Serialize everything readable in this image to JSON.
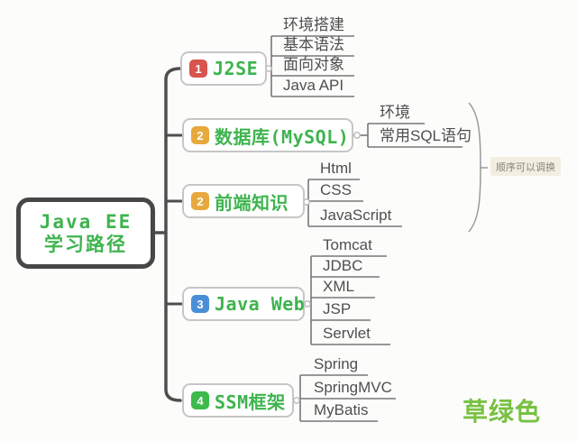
{
  "root": {
    "line1": "Java EE",
    "line2": "学习路径"
  },
  "branches": [
    {
      "badge": "1",
      "badge_color": "#d8544e",
      "label": "J2SE",
      "children": [
        "环境搭建",
        "基本语法",
        "面向对象",
        "Java API"
      ]
    },
    {
      "badge": "2",
      "badge_color": "#e7a93d",
      "label": "数据库(MySQL)",
      "children": [
        "环境",
        "常用SQL语句"
      ]
    },
    {
      "badge": "2",
      "badge_color": "#e7a93d",
      "label": "前端知识",
      "children": [
        "Html",
        "CSS",
        "JavaScript"
      ]
    },
    {
      "badge": "3",
      "badge_color": "#4a8ed6",
      "label": "Java Web",
      "children": [
        "Tomcat",
        "JDBC",
        "XML",
        "JSP",
        "Servlet"
      ]
    },
    {
      "badge": "4",
      "badge_color": "#3cba4c",
      "label": "SSM框架",
      "children": [
        "Spring",
        "SpringMVC",
        "MyBatis"
      ]
    }
  ],
  "annotation": {
    "label": "顺序可以调换"
  },
  "watermark": {
    "label": "草绿色"
  },
  "colors": {
    "root_text": "#3eb44e",
    "branch_text": "#3eb44e",
    "spine": "#4e4e4e",
    "child_line": "#777777",
    "annotation_bg": "#f2efe2",
    "watermark_text": "#79c142"
  }
}
